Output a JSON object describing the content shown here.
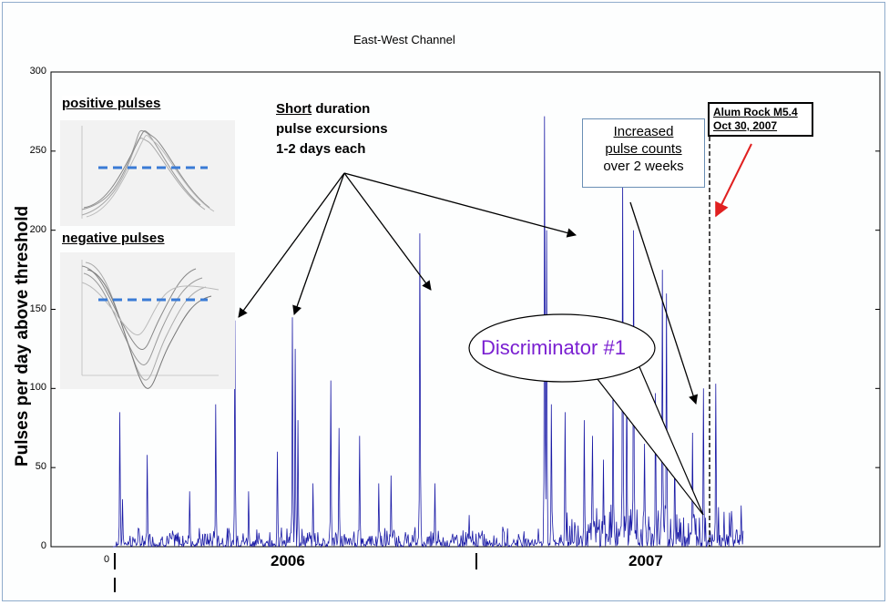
{
  "chart_data": {
    "type": "line",
    "title": "East-West Channel",
    "ylabel": "Pulses per day above threshold",
    "xlabel": "",
    "ylim": [
      0,
      300
    ],
    "yticks": [
      0,
      50,
      100,
      150,
      200,
      250,
      300
    ],
    "x_tick_labels": [
      "0",
      "2006",
      "2007"
    ],
    "x_days_range": [
      0,
      960
    ],
    "series": [
      {
        "color": "#1a1aa6",
        "spikes": [
          [
            10,
            85
          ],
          [
            14,
            30
          ],
          [
            50,
            58
          ],
          [
            112,
            35
          ],
          [
            150,
            90
          ],
          [
            178,
            143
          ],
          [
            198,
            35
          ],
          [
            240,
            60
          ],
          [
            262,
            145
          ],
          [
            266,
            125
          ],
          [
            270,
            80
          ],
          [
            292,
            40
          ],
          [
            318,
            105
          ],
          [
            330,
            75
          ],
          [
            360,
            70
          ],
          [
            388,
            40
          ],
          [
            406,
            45
          ],
          [
            448,
            198
          ],
          [
            470,
            40
          ],
          [
            520,
            20
          ],
          [
            630,
            272
          ],
          [
            633,
            200
          ],
          [
            640,
            90
          ],
          [
            660,
            85
          ],
          [
            688,
            80
          ],
          [
            700,
            70
          ],
          [
            716,
            55
          ],
          [
            730,
            105
          ],
          [
            744,
            235
          ],
          [
            750,
            110
          ],
          [
            760,
            200
          ],
          [
            776,
            65
          ],
          [
            792,
            97
          ],
          [
            802,
            175
          ],
          [
            808,
            160
          ],
          [
            820,
            60
          ],
          [
            846,
            72
          ],
          [
            862,
            100
          ],
          [
            880,
            103
          ],
          [
            892,
            22
          ],
          [
            904,
            15
          ],
          [
            920,
            10
          ]
        ]
      }
    ]
  },
  "chart_title": "East-West Channel",
  "y_axis_label": "Pulses per day above threshold",
  "tick_labels": {
    "y": [
      "300",
      "250",
      "200",
      "150",
      "100",
      "50",
      "0"
    ],
    "x0": "0",
    "year2006": "2006",
    "year2007": "2007"
  },
  "insets": {
    "positive_title": "positive pulses",
    "negative_title": "negative pulses"
  },
  "annotations": {
    "short_duration_line1_under": "Short",
    "short_duration_line1_rest": " duration",
    "short_duration_line2": "pulse excursions",
    "short_duration_line3": "1-2 days each",
    "increased_line1": "Increased",
    "increased_line2": "pulse counts",
    "increased_line3": "over 2 weeks",
    "alum_line1": "Alum Rock M5.4",
    "alum_line2": "Oct 30, 2007",
    "discriminator": "Discriminator #1"
  },
  "colors": {
    "series": "#1a1aa6",
    "dashed_threshold": "#3a7bd5",
    "alum_arrow": "#e02020",
    "discriminator_text": "#7a1fd1"
  }
}
